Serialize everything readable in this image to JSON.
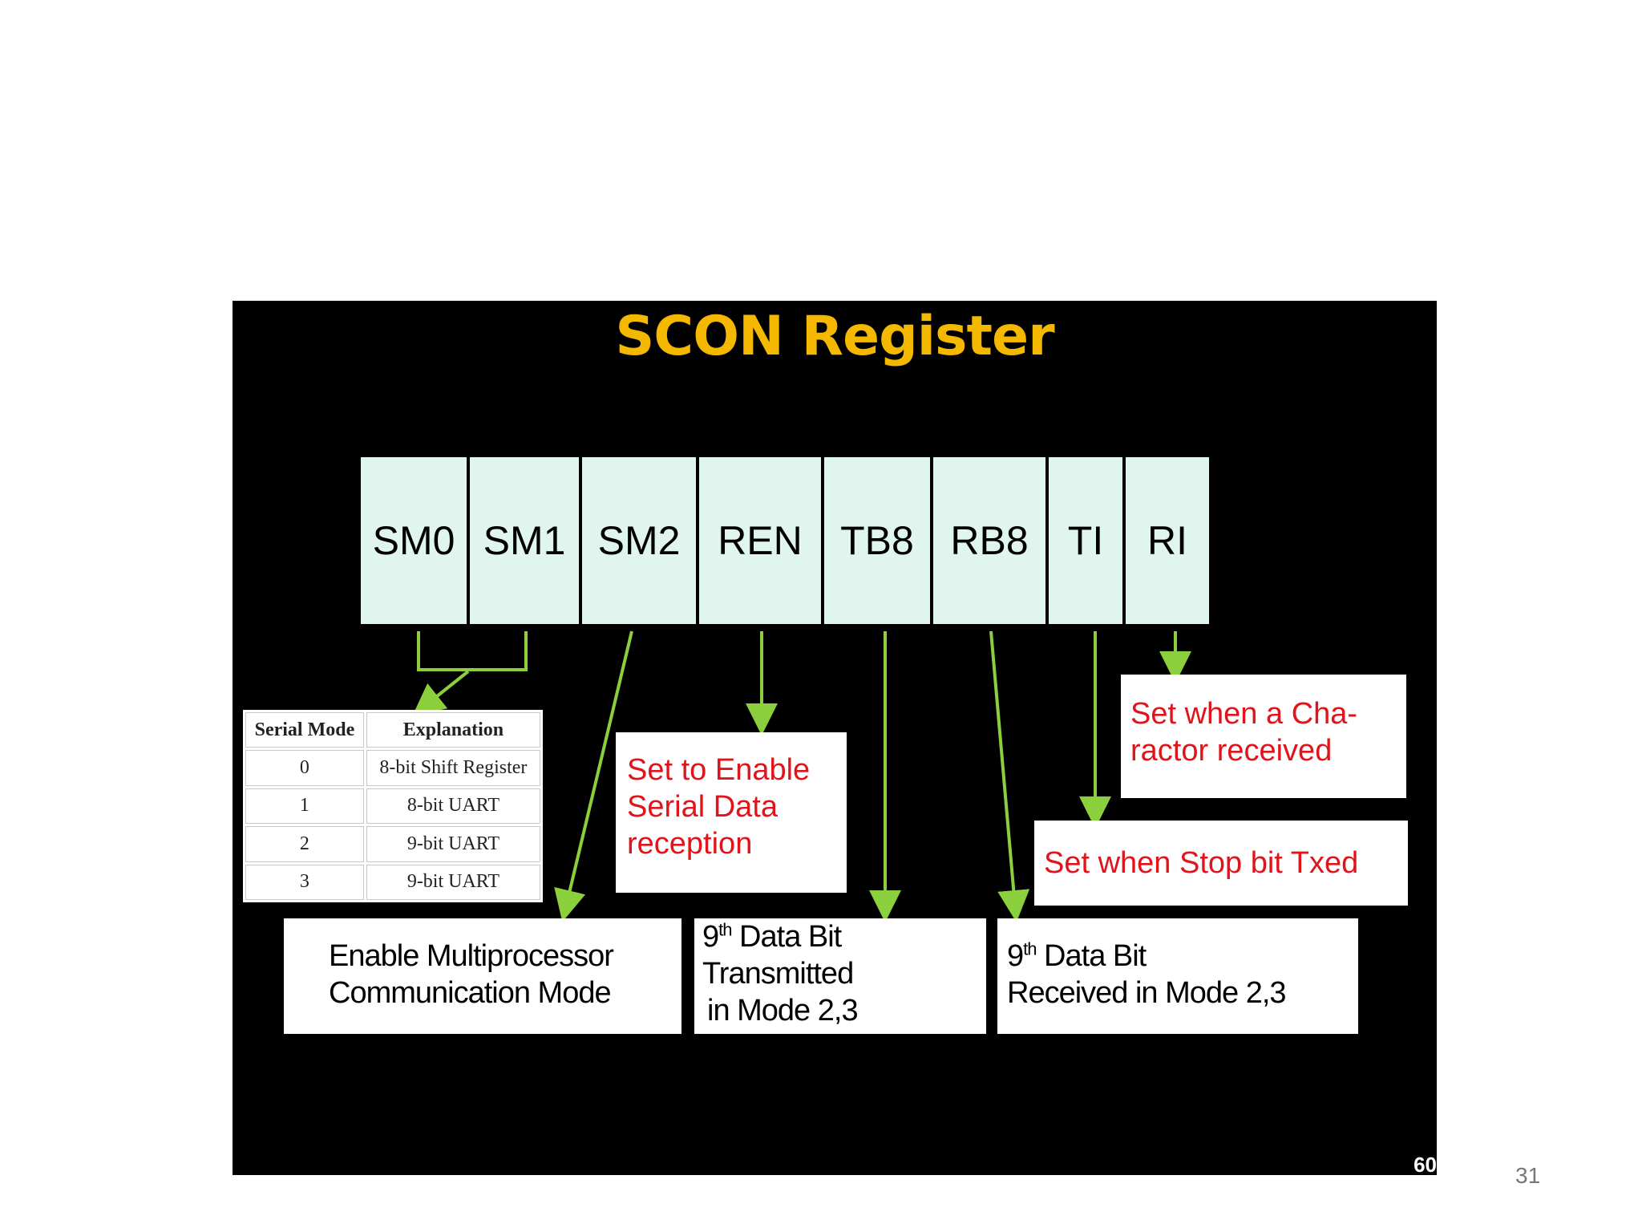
{
  "slide": {
    "title": "SCON Register",
    "page_number": "31",
    "corner_mark": "60"
  },
  "register_bits": [
    "SM0",
    "SM1",
    "SM2",
    "REN",
    "TB8",
    "RB8",
    "TI",
    "RI"
  ],
  "serial_mode_table": {
    "headers": [
      "Serial Mode",
      "Explanation"
    ],
    "rows": [
      [
        "0",
        "8-bit Shift Register"
      ],
      [
        "1",
        "8-bit UART"
      ],
      [
        "2",
        "9-bit UART"
      ],
      [
        "3",
        "9-bit UART"
      ]
    ]
  },
  "notes": {
    "ren": [
      "Set to Enable",
      "Serial Data",
      "reception"
    ],
    "ri": [
      "Set when a Cha-",
      "ractor received"
    ],
    "ti": "Set when Stop bit Txed",
    "sm2": [
      "Enable Multiprocessor",
      "Communication Mode"
    ],
    "tb8": {
      "num": "9",
      "sup": "th",
      "rest": " Data Bit",
      "line2": "Transmitted",
      "line3": "in Mode 2,3"
    },
    "rb8": {
      "num": "9",
      "sup": "th",
      "rest": " Data Bit",
      "line2": "Received in Mode 2,3"
    }
  },
  "colors": {
    "background": "#000000",
    "title": "#f5b800",
    "register_cell": "#dff5ee",
    "arrow": "#8ccf3c",
    "note_red_text": "#e0141b"
  }
}
